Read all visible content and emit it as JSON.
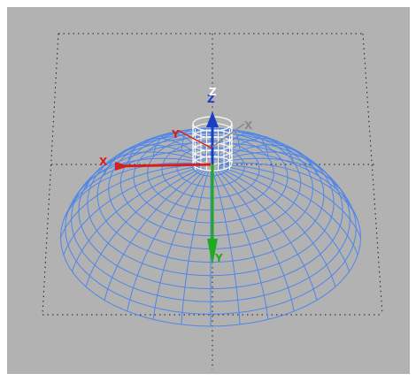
{
  "viewport": {
    "background_color": "#b2b2b2",
    "frame_color": "#ffffff"
  },
  "scene": {
    "wire_color": "#4f86e8",
    "gizmo_wire_color": "#ffffff",
    "grid_color": "#1a1a1a"
  },
  "gizmo": {
    "x": {
      "label": "X",
      "color": "#d62020"
    },
    "y": {
      "label": "Y",
      "color": "#1faa1f"
    },
    "z": {
      "label": "Z",
      "color": "#1a3fc0"
    },
    "xr": {
      "label": "X",
      "color": "#8a8a8a"
    },
    "yr": {
      "label": "Y",
      "color": "#d62020"
    },
    "zr": {
      "label": "Z",
      "color": "#ffffff"
    }
  }
}
